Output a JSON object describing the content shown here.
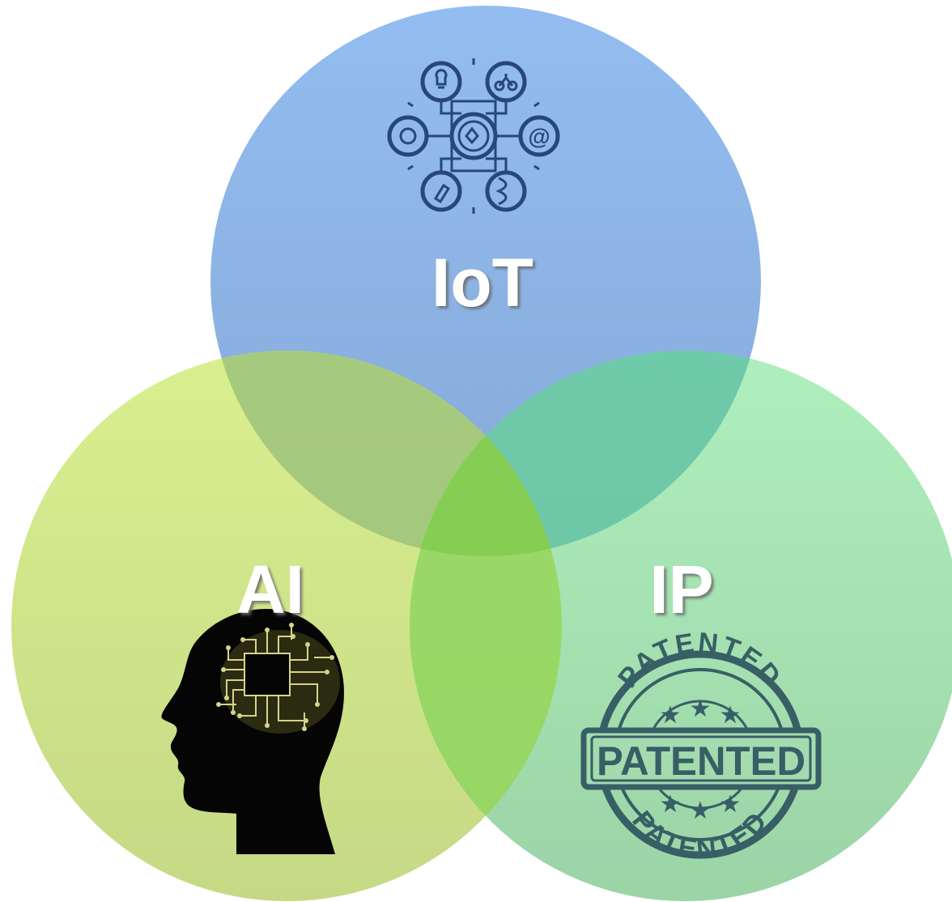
{
  "diagram": {
    "type": "venn",
    "sets": [
      {
        "id": "iot",
        "label": "IoT",
        "color": "#8fb7ec",
        "icon": "iot-network-icon"
      },
      {
        "id": "ai",
        "label": "AI",
        "color": "#cfe57f",
        "icon": "brain-circuit-head-icon"
      },
      {
        "id": "ip",
        "label": "IP",
        "color": "#9ee4ae",
        "icon": "patented-stamp-icon"
      }
    ],
    "stamp": {
      "text_main": "PATENTED",
      "text_arc_top": "PATENTED",
      "text_arc_bottom": "PATENTED",
      "ink_color": "#2f5560"
    }
  }
}
